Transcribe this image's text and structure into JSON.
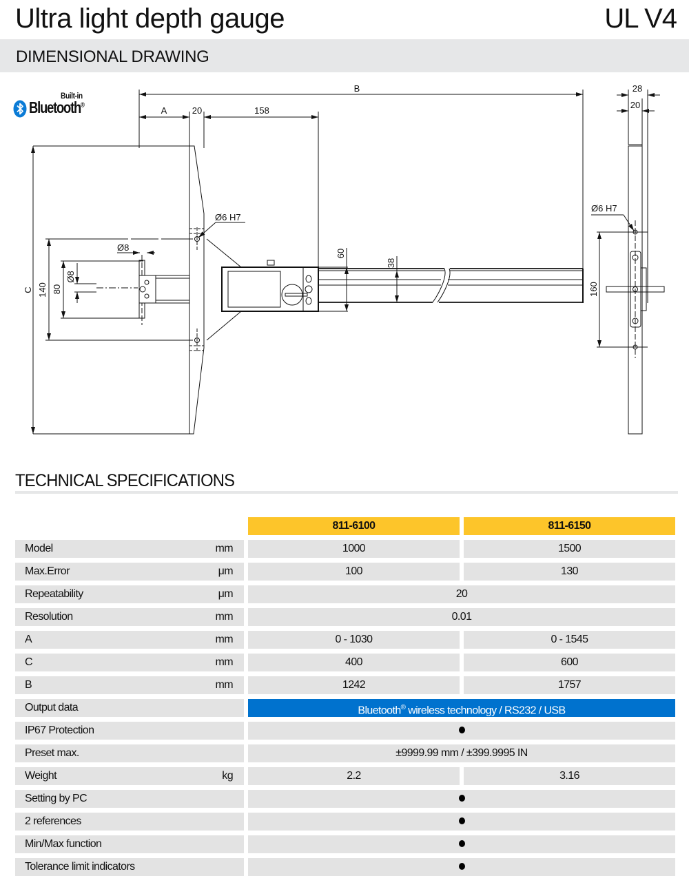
{
  "header": {
    "title": "Ultra light depth gauge",
    "model_code": "UL V4"
  },
  "drawing_section": {
    "title": "DIMENSIONAL DRAWING",
    "badge": {
      "built_in": "Built-in",
      "brand": "Bluetooth",
      "mark": "®",
      "icon": "bluetooth-icon"
    },
    "dimensions": {
      "B": "B",
      "A": "A",
      "base_width": "20",
      "slider_offset": "158",
      "side_total": "28",
      "side_inner": "20",
      "hole_main": "Ø6 H7",
      "hole_side": "Ø6 H7",
      "pin_diameter": "Ø8",
      "pin_diameter_vertical": "Ø8",
      "C": "C",
      "height_140": "140",
      "height_80": "80",
      "height_60": "60",
      "height_38": "38",
      "height_160": "160"
    }
  },
  "spec_section": {
    "title": "TECHNICAL SPECIFICATIONS",
    "columns": [
      "811-6100",
      "811-6150"
    ],
    "rows": [
      {
        "label": "Model",
        "unit": "mm",
        "values": [
          "1000",
          "1500"
        ]
      },
      {
        "label": "Max.Error",
        "unit": "μm",
        "values": [
          "100",
          "130"
        ]
      },
      {
        "label": "Repeatability",
        "unit": "μm",
        "span": "20"
      },
      {
        "label": "Resolution",
        "unit": "mm",
        "span": "0.01"
      },
      {
        "label": "A",
        "unit": "mm",
        "values": [
          "0 - 1030",
          "0 - 1545"
        ]
      },
      {
        "label": "C",
        "unit": "mm",
        "values": [
          "400",
          "600"
        ]
      },
      {
        "label": "B",
        "unit": "mm",
        "values": [
          "1242",
          "1757"
        ]
      },
      {
        "label": "Output data",
        "unit": "",
        "span_prefix": "Bluetooth",
        "span_mark": "®",
        "span_suffix": " wireless technology / RS232 / USB",
        "highlight_color": "#0072ce"
      },
      {
        "label": "IP67 Protection",
        "unit": "",
        "span_dot": true
      },
      {
        "label": "Preset max.",
        "unit": "",
        "span": "±9999.99 mm / ±399.9995 IN"
      },
      {
        "label": "Weight",
        "unit": "kg",
        "values": [
          "2.2",
          "3.16"
        ]
      },
      {
        "label": "Setting by PC",
        "unit": "",
        "span_dot": true
      },
      {
        "label": "2 references",
        "unit": "",
        "span_dot": true
      },
      {
        "label": "Min/Max function",
        "unit": "",
        "span_dot": true
      },
      {
        "label": "Tolerance limit indicators",
        "unit": "",
        "span_dot": true
      }
    ],
    "colors": {
      "header_yellow": "#fdc52a",
      "row_gray": "#e3e3e3",
      "band_gray": "#e6e7e8"
    }
  }
}
